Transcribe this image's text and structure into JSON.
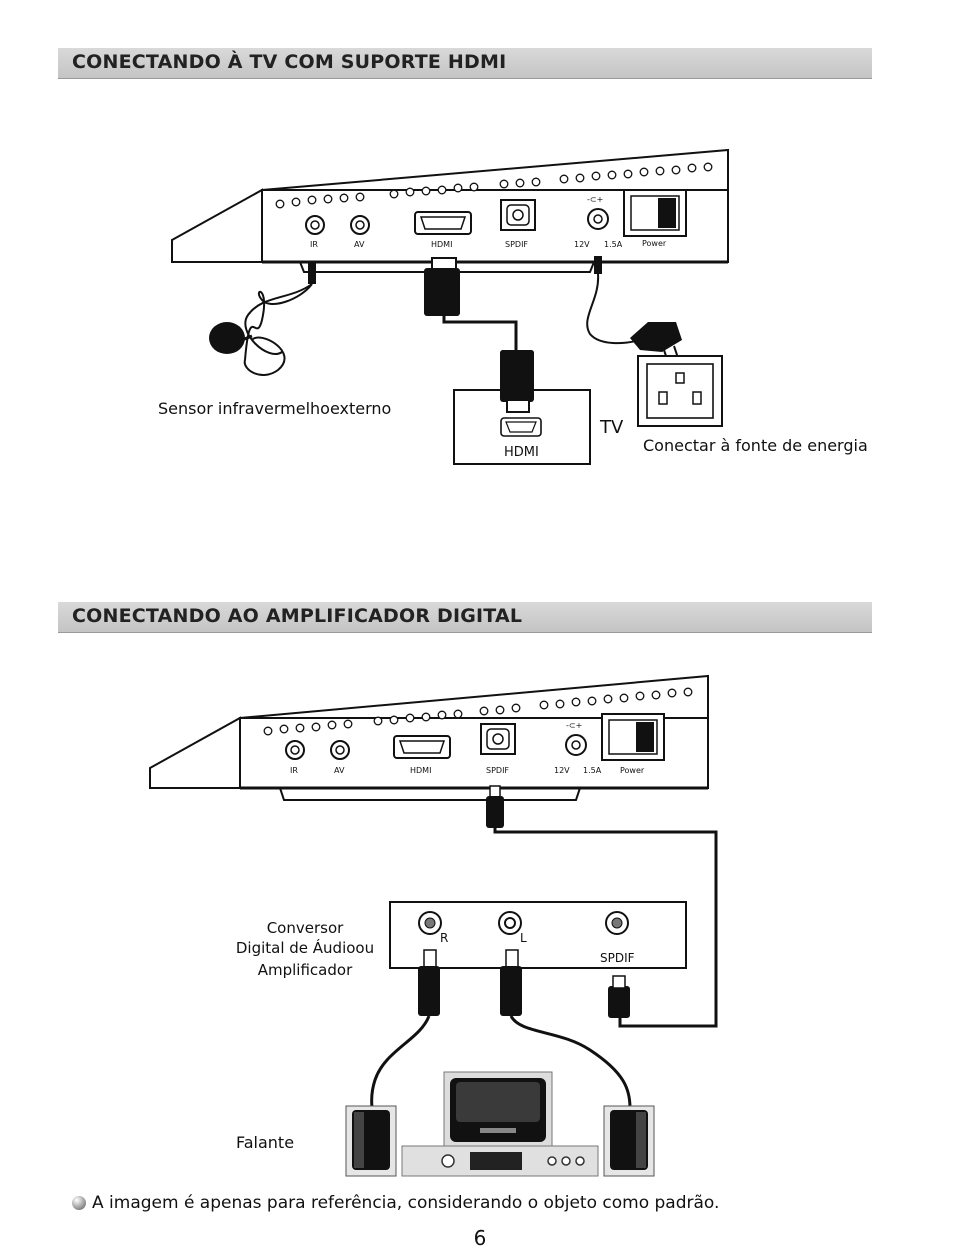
{
  "sections": [
    {
      "title": "CONECTANDO À TV COM SUPORTE HDMI",
      "ports": {
        "ir": "IR",
        "av": "AV",
        "hdmi": "HDMI",
        "spdif": "SPDIF",
        "dc": "12V",
        "dc_current": "1.5A",
        "power": "Power"
      },
      "ir_sensor_label": "Sensor infravermelhoexterno",
      "tv_label": "TV",
      "tv_hdmi_label": "HDMI",
      "power_label": "Conectar à fonte de energia"
    },
    {
      "title": "CONECTANDO AO AMPLIFICADOR DIGITAL",
      "ports": {
        "ir": "IR",
        "av": "AV",
        "hdmi": "HDMI",
        "spdif": "SPDIF",
        "dc": "12V",
        "dc_current": "1.5A",
        "power": "Power"
      },
      "converter_label_lines": [
        "Conversor",
        "Digital de Áudioou",
        "Amplificador"
      ],
      "converter_ports": {
        "r": "R",
        "l": "L",
        "spdif": "SPDIF"
      },
      "speaker_label": "Falante"
    }
  ],
  "footer": {
    "note": "A imagem é apenas para referência, considerando o objeto como padrão.",
    "page_number": "6"
  }
}
